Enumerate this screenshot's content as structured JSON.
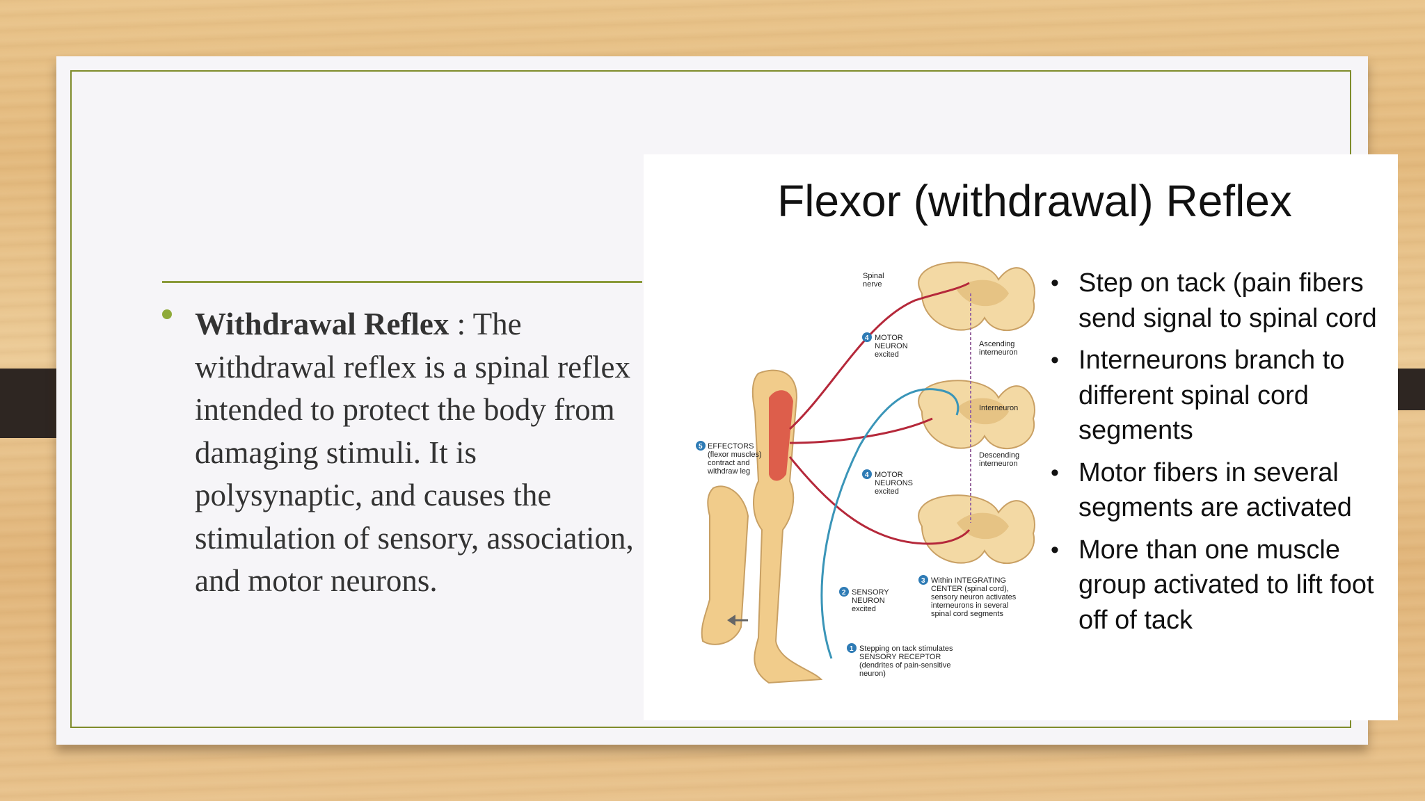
{
  "slide": {
    "bullet": {
      "term": "Withdrawal Reflex",
      "separator": " : ",
      "text": "The withdrawal reflex is a spinal reflex intended to protect the body from damaging stimuli. It is polysynaptic, and causes the stimulation of sensory, association, and motor neurons."
    }
  },
  "figure": {
    "title": "Flexor (withdrawal) Reflex",
    "bullets": [
      "Step on tack (pain fibers send signal to spinal cord",
      "Interneurons branch to different spinal cord segments",
      "Motor fibers in several segments are activated",
      "More than one muscle group activated to lift foot off of tack"
    ],
    "diagram_labels": {
      "spinal_nerve": [
        "Spinal",
        "nerve"
      ],
      "motor_neuron_top": [
        "MOTOR",
        "NEURON",
        "excited"
      ],
      "ascending": [
        "Ascending",
        "interneuron"
      ],
      "interneuron": "Interneuron",
      "effectors": [
        "EFFECTORS",
        "(flexor muscles)",
        "contract and",
        "withdraw leg"
      ],
      "descending": [
        "Descending",
        "interneuron"
      ],
      "motor_neurons": [
        "MOTOR",
        "NEURONS",
        "excited"
      ],
      "integrating": [
        "Within INTEGRATING",
        "CENTER (spinal cord),",
        "sensory neuron activates",
        "interneurons in several",
        "spinal cord segments"
      ],
      "sensory": [
        "SENSORY",
        "NEURON",
        "excited"
      ],
      "receptor": [
        "Stepping on tack stimulates",
        "SENSORY RECEPTOR",
        "(dendrites of pain-sensitive",
        "neuron)"
      ],
      "step_numbers": [
        "1",
        "2",
        "3",
        "4",
        "5"
      ]
    }
  },
  "colors": {
    "accent_green": "#8faa3a",
    "border_green": "#7f8c2b",
    "step_badge": "#2e7bb5",
    "motor_red": "#b5283a",
    "sensory_blue": "#3a95b8"
  }
}
